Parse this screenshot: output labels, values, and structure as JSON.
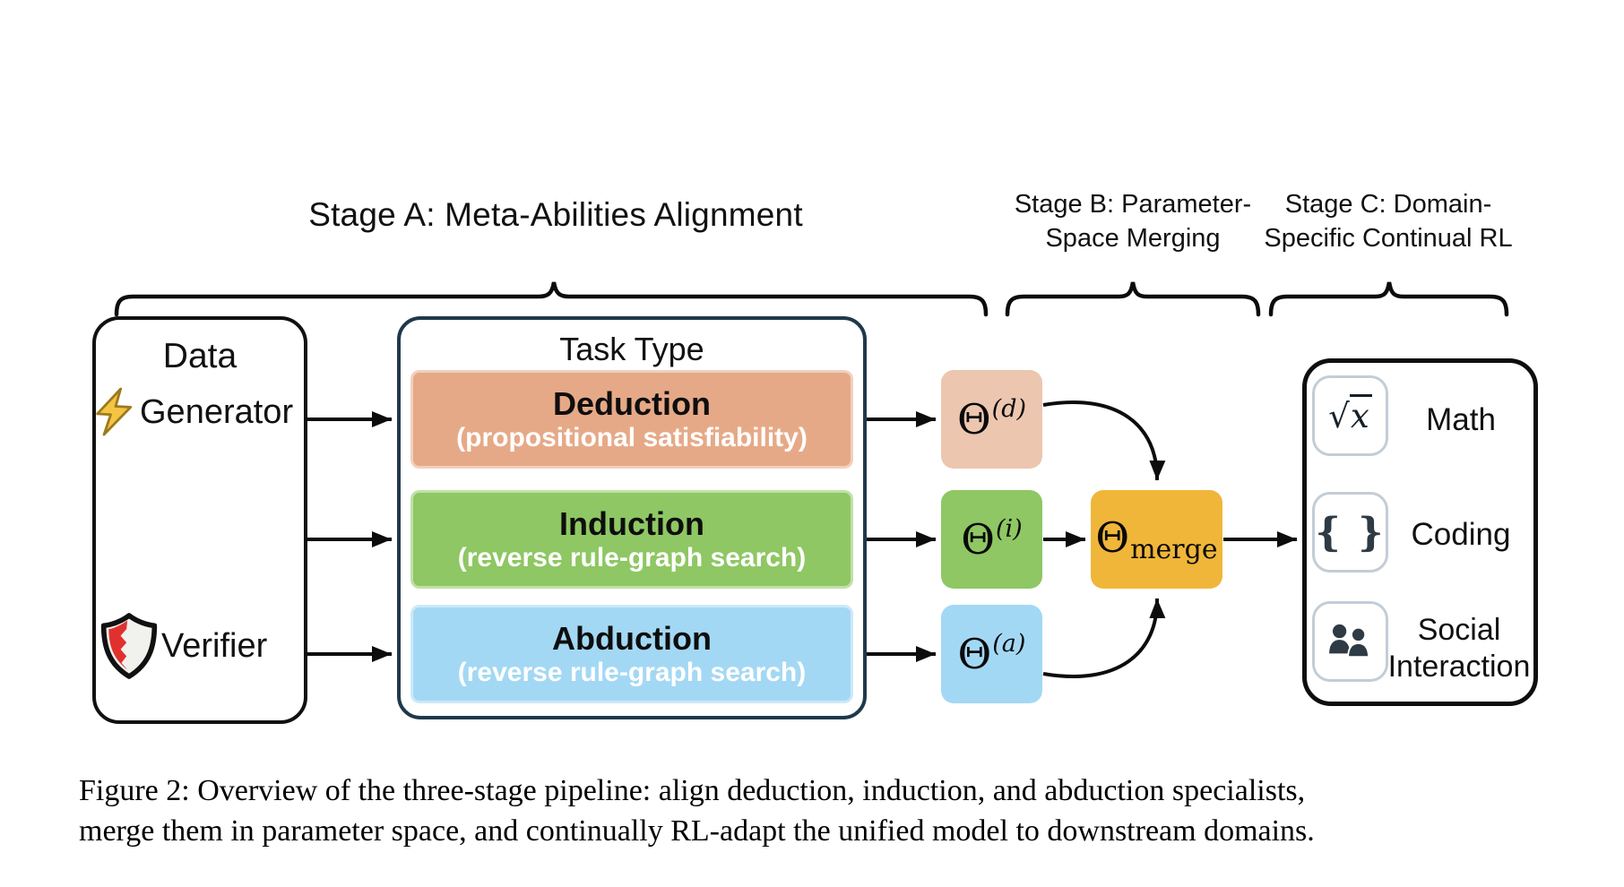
{
  "stage_labels": {
    "a": "Stage A: Meta-Abilities Alignment",
    "b_line1": "Stage B: Parameter-",
    "b_line2": "Space Merging",
    "c_line1": "Stage C: Domain-",
    "c_line2": "Specific Continual RL"
  },
  "data_box": {
    "title": "Data",
    "generator_label": "Generator",
    "verifier_label": "Verifier"
  },
  "task_box": {
    "title": "Task Type",
    "rows": [
      {
        "name": "Deduction",
        "sub": "(propositional satisfiability)"
      },
      {
        "name": "Induction",
        "sub": "(reverse rule-graph search)"
      },
      {
        "name": "Abduction",
        "sub": "(reverse rule-graph search)"
      }
    ]
  },
  "theta": {
    "d": {
      "symbol": "Θ",
      "sup": "(d)"
    },
    "i": {
      "symbol": "Θ",
      "sup": "(i)"
    },
    "a": {
      "symbol": "Θ",
      "sup": "(a)"
    },
    "merge": {
      "symbol": "Θ",
      "sub": "merge"
    }
  },
  "domains": {
    "math": {
      "label": "Math",
      "icon_radical": "√",
      "icon_variable": "x"
    },
    "coding": {
      "label": "Coding",
      "icon_text": "{ }"
    },
    "social": {
      "label_line1": "Social",
      "label_line2": "Interaction"
    }
  },
  "caption": {
    "line1": "Figure 2: Overview of the three-stage pipeline: align deduction, induction, and abduction specialists,",
    "line2": "merge them in parameter space, and continually RL-adapt the unified model to downstream domains."
  },
  "colors": {
    "deduction_row": "#E6A987",
    "theta_d_box": "#EDC6B0",
    "induction": "#8EC763",
    "abduction": "#A3D8F4",
    "merge": "#F0B63A",
    "task_border": "#20394A",
    "bolt_fill": "#F4C443",
    "bolt_stroke": "#9C7A1C",
    "shield_red": "#E0312E",
    "dark_icon": "#2E3A44"
  }
}
